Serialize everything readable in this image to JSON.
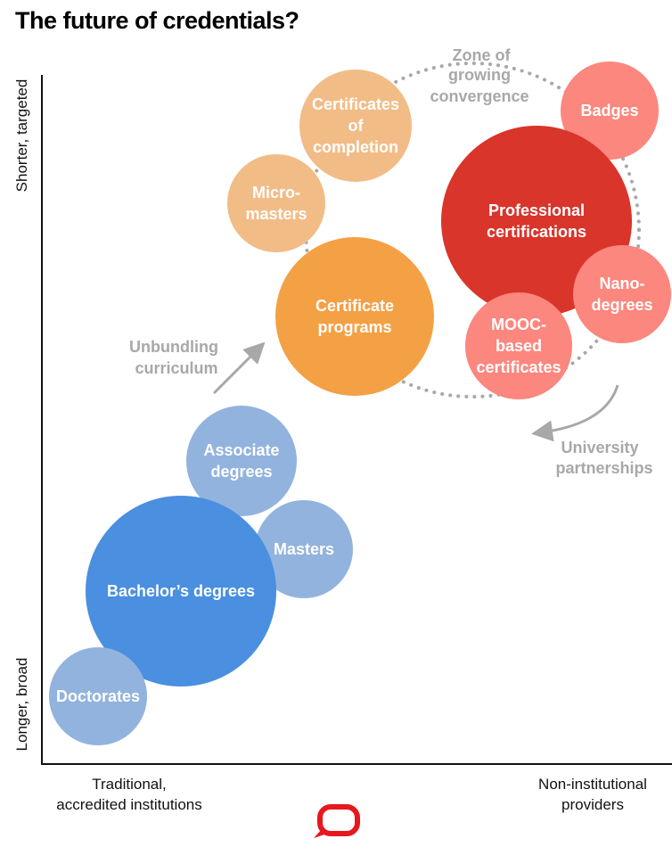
{
  "title": "The future of credentials?",
  "axes": {
    "y_top": "Shorter, targeted",
    "y_bottom": "Longer, broad",
    "x_left": [
      "Traditional,",
      "accredited institutions"
    ],
    "x_right": [
      "Non-institutional",
      "providers"
    ]
  },
  "annotations": {
    "zone": [
      "Zone of",
      "growing",
      "convergence"
    ],
    "unbundling": [
      "Unbundling",
      "curriculum"
    ],
    "partnerships": [
      "University",
      "partnerships"
    ]
  },
  "colors": {
    "light_orange": "#F2BC87",
    "orange": "#F4A044",
    "red": "#D9352B",
    "pink": "#FB877E",
    "light_blue": "#92B3DD",
    "blue": "#4A8FE0",
    "logo": "#E8171E",
    "gray": "#A8A8A8"
  },
  "bubbles": [
    {
      "id": "certificates-of-completion",
      "lines": [
        "Certificates",
        "of",
        "completion"
      ],
      "color": "#F2BC87"
    },
    {
      "id": "micro-masters",
      "lines": [
        "Micro-",
        "masters"
      ],
      "color": "#F2BC87"
    },
    {
      "id": "badges",
      "lines": [
        "Badges"
      ],
      "color": "#FB877E"
    },
    {
      "id": "professional-certifications",
      "lines": [
        "Professional",
        "certifications"
      ],
      "color": "#D9352B"
    },
    {
      "id": "certificate-programs",
      "lines": [
        "Certificate",
        "programs"
      ],
      "color": "#F4A044"
    },
    {
      "id": "nano-degrees",
      "lines": [
        "Nano-",
        "degrees"
      ],
      "color": "#FB877E"
    },
    {
      "id": "mooc-based-certificates",
      "lines": [
        "MOOC-",
        "based",
        "certificates"
      ],
      "color": "#FB877E"
    },
    {
      "id": "associate-degrees",
      "lines": [
        "Associate",
        "degrees"
      ],
      "color": "#92B3DD"
    },
    {
      "id": "masters",
      "lines": [
        "Masters"
      ],
      "color": "#92B3DD"
    },
    {
      "id": "bachelors-degrees",
      "lines": [
        "Bachelor’s degrees"
      ],
      "color": "#4A8FE0"
    },
    {
      "id": "doctorates",
      "lines": [
        "Doctorates"
      ],
      "color": "#92B3DD"
    }
  ]
}
